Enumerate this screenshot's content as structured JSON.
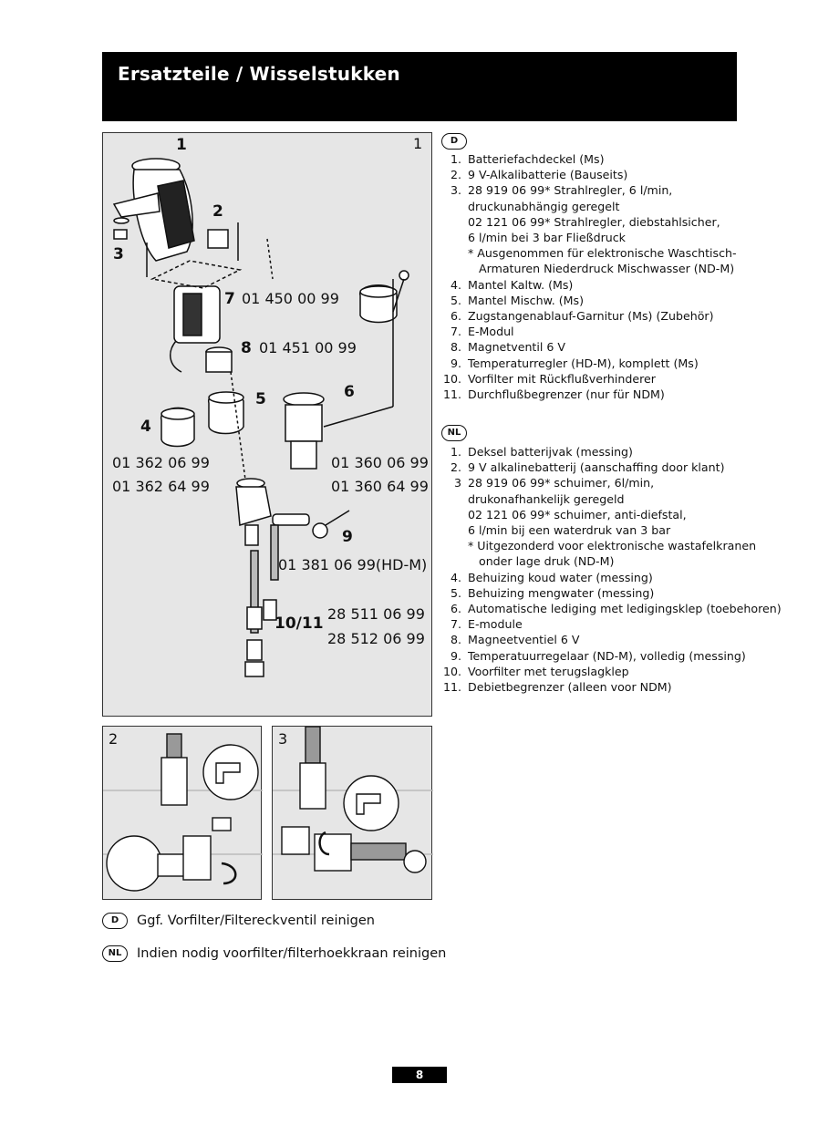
{
  "header": {
    "title": "Ersatzteile / Wisselstukken"
  },
  "panel_main": {
    "number": "1",
    "callouts": {
      "c1": "1",
      "c2": "2",
      "c3": "3",
      "c4": "4",
      "c5": "5",
      "c6": "6",
      "c7": "7",
      "c8": "8",
      "c9": "9",
      "c10": "10/11"
    },
    "labels": {
      "l7": "01 450 00 99",
      "l8": "01 451 00 99",
      "l4a": "01 362 06 99",
      "l4b": "01 362 64 99",
      "l5a": "01 360 06 99",
      "l5b": "01 360 64 99",
      "l9": "01 381 06 99(HD-M)",
      "l10a": "28 511 06 99",
      "l10b": "28 512 06 99"
    }
  },
  "panel_2": {
    "number": "2"
  },
  "panel_3": {
    "number": "3"
  },
  "de": {
    "badge": "D",
    "items": [
      {
        "n": "1.",
        "lines": [
          "Batteriefachdeckel (Ms)"
        ]
      },
      {
        "n": "2.",
        "lines": [
          "9 V-Alkalibatterie (Bauseits)"
        ]
      },
      {
        "n": "3.",
        "lines": [
          "28 919 06 99* Strahlregler, 6 l/min,",
          "druckunabhängig geregelt",
          "02 121 06 99* Strahlregler, diebstahlsicher,",
          "6 l/min bei 3 bar Fließdruck"
        ],
        "notes": [
          "* Ausgenommen für elektronische Waschtisch-",
          "Armaturen Niederdruck Mischwasser (ND-M)"
        ]
      },
      {
        "n": "4.",
        "lines": [
          "Mantel Kaltw. (Ms)"
        ]
      },
      {
        "n": "5.",
        "lines": [
          "Mantel Mischw. (Ms)"
        ]
      },
      {
        "n": "6.",
        "lines": [
          "Zugstangenablauf-Garnitur (Ms) (Zubehör)"
        ]
      },
      {
        "n": "7.",
        "lines": [
          "E-Modul"
        ]
      },
      {
        "n": "8.",
        "lines": [
          "Magnetventil 6 V"
        ]
      },
      {
        "n": "9.",
        "lines": [
          "Temperaturregler (HD-M), komplett (Ms)"
        ]
      },
      {
        "n": "10.",
        "lines": [
          "Vorfilter mit Rückflußverhinderer"
        ]
      },
      {
        "n": "11.",
        "lines": [
          "Durchflußbegrenzer (nur für NDM)"
        ]
      }
    ]
  },
  "nl": {
    "badge": "NL",
    "items": [
      {
        "n": "1.",
        "lines": [
          "Deksel batterijvak (messing)"
        ]
      },
      {
        "n": "2.",
        "lines": [
          "9 V alkalinebatterij (aanschaffing door klant)"
        ]
      },
      {
        "n": "3",
        "lines": [
          "28 919 06 99* schuimer, 6l/min,",
          "drukonafhankelijk geregeld",
          "02 121 06 99* schuimer, anti-diefstal,",
          "6 l/min bij een waterdruk van 3 bar"
        ],
        "notes": [
          "* Uitgezonderd voor elektronische wastafelkranen",
          "onder lage druk (ND-M)"
        ]
      },
      {
        "n": "4.",
        "lines": [
          "Behuizing koud water (messing)"
        ]
      },
      {
        "n": "5.",
        "lines": [
          "Behuizing mengwater (messing)"
        ]
      },
      {
        "n": "6.",
        "lines": [
          "Automatische lediging met ledigingsklep (toebehoren)"
        ]
      },
      {
        "n": "7.",
        "lines": [
          "E-module"
        ]
      },
      {
        "n": "8.",
        "lines": [
          "Magneetventiel 6 V"
        ]
      },
      {
        "n": "9.",
        "lines": [
          "Temperatuurregelaar (ND-M), volledig (messing)"
        ]
      },
      {
        "n": "10.",
        "lines": [
          "Voorfilter met terugslagklep"
        ]
      },
      {
        "n": "11.",
        "lines": [
          "Debietbegrenzer (alleen voor NDM)"
        ]
      }
    ]
  },
  "footer": {
    "de_badge": "D",
    "de_text": "Ggf. Vorfilter/Filtereckventil reinigen",
    "nl_badge": "NL",
    "nl_text": "Indien nodig voorfilter/filterhoekkraan reinigen"
  },
  "page_number": "8"
}
